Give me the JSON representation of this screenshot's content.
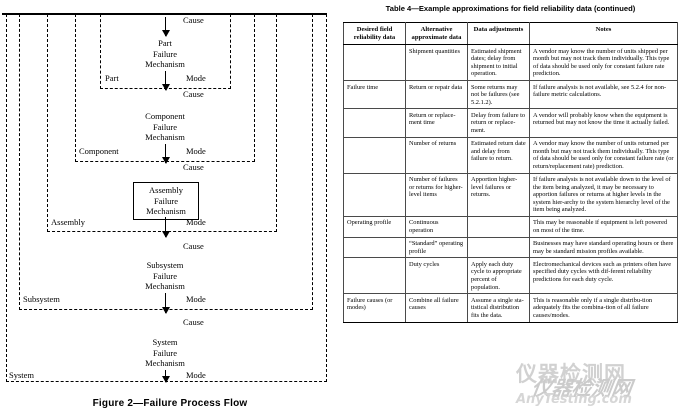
{
  "figure": {
    "caption": "Figure 2—Failure Process Flow",
    "levels": [
      {
        "key": "part",
        "container_label": "Part",
        "node_lines": [
          "Part",
          "Failure",
          "Mechanism"
        ],
        "cause_label": "Cause",
        "mode_label": "Mode",
        "boxed": false
      },
      {
        "key": "component",
        "container_label": "Component",
        "node_lines": [
          "Component",
          "Failure",
          "Mechanism"
        ],
        "cause_label": "Cause",
        "mode_label": "Mode",
        "boxed": false
      },
      {
        "key": "assembly",
        "container_label": "Assembly",
        "node_lines": [
          "Assembly",
          "Failure",
          "Mechanism"
        ],
        "cause_label": "Cause",
        "mode_label": "Mode",
        "boxed": true
      },
      {
        "key": "subsystem",
        "container_label": "Subsystem",
        "node_lines": [
          "Subsystem",
          "Failure",
          "Mechanism"
        ],
        "cause_label": "Cause",
        "mode_label": "Mode",
        "boxed": false
      },
      {
        "key": "system",
        "container_label": "System",
        "node_lines": [
          "System",
          "Failure",
          "Mechanism"
        ],
        "cause_label": "Cause",
        "mode_label": "Mode",
        "boxed": false
      }
    ],
    "node_text": {
      "part": {
        "l1": "Part",
        "l2": "Failure",
        "l3": "Mechanism"
      },
      "component": {
        "l1": "Component",
        "l2": "Failure",
        "l3": "Mechanism"
      },
      "assembly": {
        "l1": "Assembly",
        "l2": "Failure",
        "l3": "Mechanism"
      },
      "subsystem": {
        "l1": "Subsystem",
        "l2": "Failure",
        "l3": "Mechanism"
      },
      "system": {
        "l1": "System",
        "l2": "Failure",
        "l3": "Mechanism"
      }
    },
    "labels": {
      "cause": "Cause",
      "mode": "Mode",
      "part": "Part",
      "component": "Component",
      "assembly": "Assembly",
      "subsystem": "Subsystem",
      "system": "System"
    }
  },
  "table": {
    "title": "Table 4—Example approximations for field reliability data  (continued)",
    "headers": {
      "c0": "Desired field reliability data",
      "c1": "Alternative approximate data",
      "c2": "Data adjustments",
      "c3": "Notes"
    },
    "rows": [
      {
        "desired": "",
        "alternative": "Shipment quantities",
        "adjustments": "Estimated shipment dates; delay from shipment to initial operation.",
        "notes": "A vendor may know the number of units shipped per month but may not track them individually. This type of data should be used only for constant failure rate prediction."
      },
      {
        "desired": "Failure time",
        "alternative": "Return or repair data",
        "adjustments": "Some returns may not be failures (see 5.2.1.2).",
        "notes": "If failure analysis is not available, see 5.2.4 for non-failure metric calculations."
      },
      {
        "desired": "",
        "alternative": "Return or replace-ment time",
        "adjustments": "Delay from failure to return or replace-ment.",
        "notes": "A vendor will probably know when the equipment is returned but may not know the time it actually failed."
      },
      {
        "desired": "",
        "alternative": "Number of returns",
        "adjustments": "Estimated return date and delay from failure to return.",
        "notes": "A vendor may know the number of units returned per month but may not track them individually. This type of data should be used only for constant failure rate (or return/replacement rate) prediction."
      },
      {
        "desired": "",
        "alternative": "Number of failures or returns for higher-level items",
        "adjustments": "Apportion higher-level failures or returns.",
        "notes": "If failure analysis is not available down to the level of the item being analyzed, it may be necessary to apportion failures or returns at higher levels in the system hier-archy to the system hierarchy level of the item being analyzed."
      },
      {
        "desired": "Operating profile",
        "alternative": "Continuous operation",
        "adjustments": "",
        "notes": "This may be reasonable if equipment is left powered on most of the time."
      },
      {
        "desired": "",
        "alternative": "“Standard” operating profile",
        "adjustments": "",
        "notes": "Businesses may have standard operating hours or there may be standard mission profiles available."
      },
      {
        "desired": "",
        "alternative": "Duty cycles",
        "adjustments": "Apply each duty cycle to appropriate percent of population.",
        "notes": "Electromechanical devices such as printers often have specified duty cycles with dif-ferent reliability predictions for each duty cycle."
      },
      {
        "desired": "Failure causes (or modes)",
        "alternative": "Combine all failure causes",
        "adjustments": "Assume a single sta-tistical distribution fits the data.",
        "notes": "This is reasonable only if a single distribu-tion adequately fits the combina-tion of all failure causes/modes."
      }
    ]
  },
  "watermark": {
    "chinese": "仪器检测网",
    "script": "仪器检测网",
    "english": "AnyTesting.com"
  }
}
